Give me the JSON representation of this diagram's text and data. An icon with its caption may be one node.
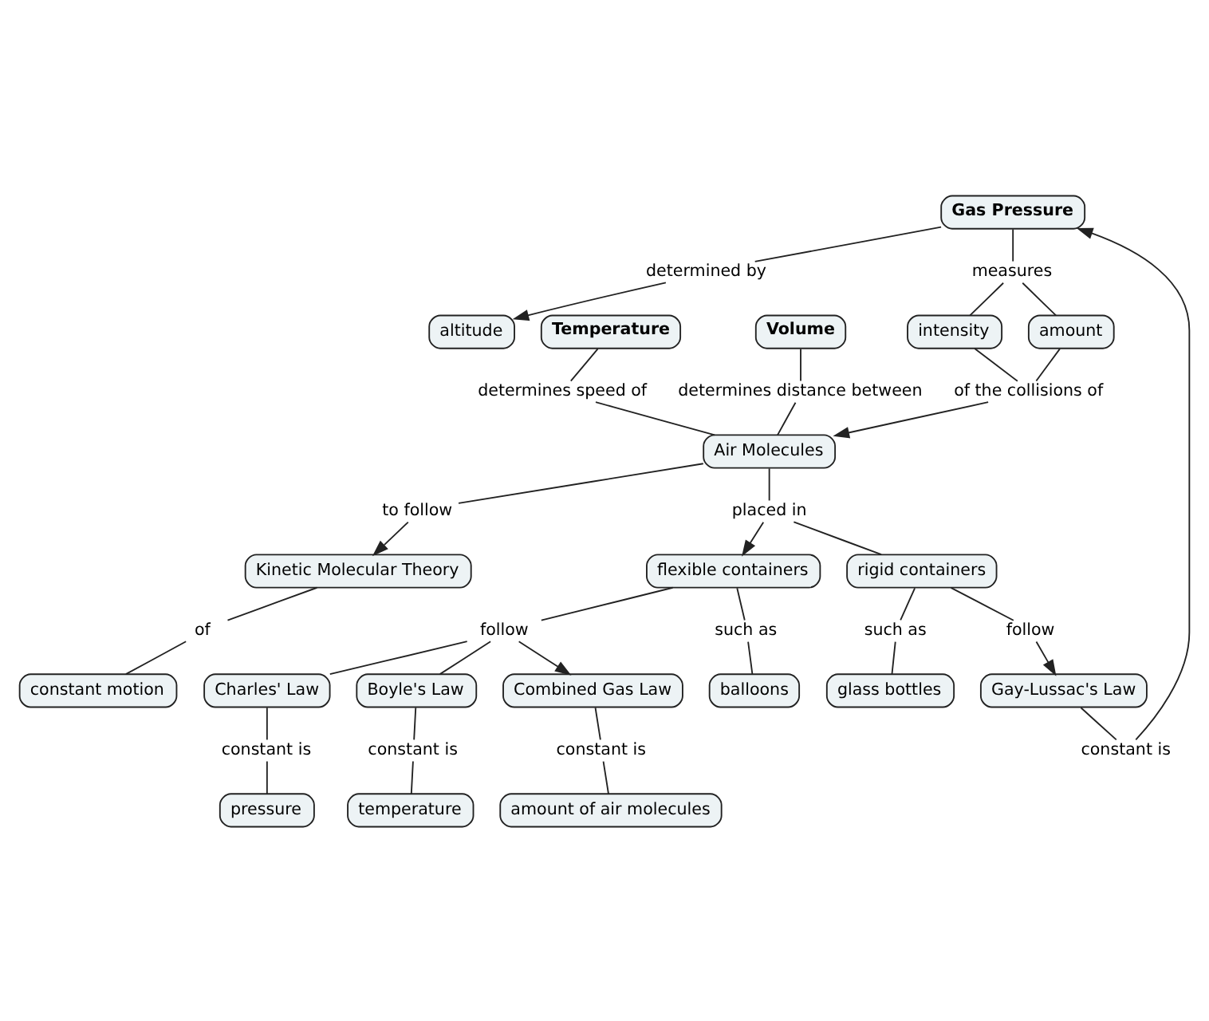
{
  "diagram": {
    "nodes": [
      {
        "text": [
          "altitude"
        ]
      },
      {
        "text": [
          "Temperature"
        ]
      },
      {
        "text": [
          "Volume"
        ]
      },
      {
        "text": [
          "Gas Pressure"
        ]
      },
      {
        "text": [
          "determined by"
        ]
      },
      {
        "text": [
          "constant is"
        ]
      },
      {
        "text": [
          "determines speed of"
        ]
      },
      {
        "text": [
          "measures"
        ]
      },
      {
        "text": [
          "determines distance between"
        ]
      },
      {
        "text": [
          "intensity"
        ]
      },
      {
        "text": [
          "amount"
        ]
      },
      {
        "text": [
          "of the collisions of"
        ]
      },
      {
        "text": [
          "Air Molecules"
        ]
      },
      {
        "text": [
          "to follow"
        ]
      },
      {
        "text": [
          "Kinetic Molecular Theory"
        ]
      },
      {
        "text": [
          "placed in"
        ]
      },
      {
        "text": [
          "Gay-Lussac's Law"
        ]
      },
      {
        "text": [
          "such as"
        ]
      },
      {
        "text": [
          "rigid containers"
        ]
      },
      {
        "text": [
          "flexible containers"
        ]
      },
      {
        "text": [
          "balloons"
        ]
      },
      {
        "text": [
          "of"
        ]
      },
      {
        "text": [
          "follow"
        ]
      },
      {
        "text": [
          "such as"
        ]
      },
      {
        "text": [
          "Combined Gas Law"
        ]
      },
      {
        "text": [
          "constant motion"
        ]
      },
      {
        "text": [
          "follow"
        ]
      },
      {
        "text": [
          "glass bottles"
        ]
      },
      {
        "text": [
          "Charles' Law"
        ]
      },
      {
        "text": [
          "constant is"
        ]
      },
      {
        "text": [
          "Boyle's Law"
        ]
      },
      {
        "text": [
          "constant is"
        ]
      },
      {
        "text": [
          "constant is"
        ]
      },
      {
        "text": [
          "amount of air molecules"
        ]
      },
      {
        "text": [
          "pressure"
        ]
      },
      {
        "text": [
          "temperature"
        ]
      }
    ],
    "edges": [
      {
        "from": 1,
        "to": 6,
        "arrow": "none"
      },
      {
        "from": 6,
        "to": 12,
        "arrow": "none"
      },
      {
        "from": 2,
        "to": 8,
        "arrow": "none"
      },
      {
        "from": 8,
        "to": 12,
        "arrow": "none"
      },
      {
        "from": 3,
        "to": 4,
        "arrow": "none"
      },
      {
        "from": 4,
        "to": 0,
        "arrow": "to"
      },
      {
        "from": 16,
        "to": 5,
        "arrow": "none"
      },
      {
        "from": 5,
        "to": 3,
        "arrow": "to"
      },
      {
        "from": 3,
        "to": 7,
        "arrow": "none"
      },
      {
        "from": 7,
        "to": 10,
        "arrow": "none"
      },
      {
        "from": 7,
        "to": 9,
        "arrow": "none"
      },
      {
        "from": 10,
        "to": 11,
        "arrow": "none"
      },
      {
        "from": 9,
        "to": 11,
        "arrow": "none"
      },
      {
        "from": 11,
        "to": 12,
        "arrow": "to"
      },
      {
        "from": 12,
        "to": 13,
        "arrow": "none"
      },
      {
        "from": 13,
        "to": 14,
        "arrow": "to"
      },
      {
        "from": 14,
        "to": 21,
        "arrow": "none"
      },
      {
        "from": 21,
        "to": 25,
        "arrow": "none"
      },
      {
        "from": 12,
        "to": 15,
        "arrow": "none"
      },
      {
        "from": 15,
        "to": 19,
        "arrow": "to"
      },
      {
        "from": 15,
        "to": 18,
        "arrow": "none"
      },
      {
        "from": 19,
        "to": 17,
        "arrow": "none"
      },
      {
        "from": 17,
        "to": 20,
        "arrow": "none"
      },
      {
        "from": 19,
        "to": 26,
        "arrow": "none"
      },
      {
        "from": 26,
        "to": 24,
        "arrow": "to"
      },
      {
        "from": 26,
        "to": 28,
        "arrow": "none"
      },
      {
        "from": 26,
        "to": 30,
        "arrow": "none"
      },
      {
        "from": 28,
        "to": 31,
        "arrow": "none"
      },
      {
        "from": 31,
        "to": 34,
        "arrow": "none"
      },
      {
        "from": 30,
        "to": 32,
        "arrow": "none"
      },
      {
        "from": 32,
        "to": 35,
        "arrow": "none"
      },
      {
        "from": 24,
        "to": 29,
        "arrow": "none"
      },
      {
        "from": 29,
        "to": 33,
        "arrow": "none"
      },
      {
        "from": 18,
        "to": 23,
        "arrow": "none"
      },
      {
        "from": 23,
        "to": 27,
        "arrow": "none"
      },
      {
        "from": 18,
        "to": 22,
        "arrow": "none"
      },
      {
        "from": 22,
        "to": 16,
        "arrow": "to"
      }
    ]
  }
}
